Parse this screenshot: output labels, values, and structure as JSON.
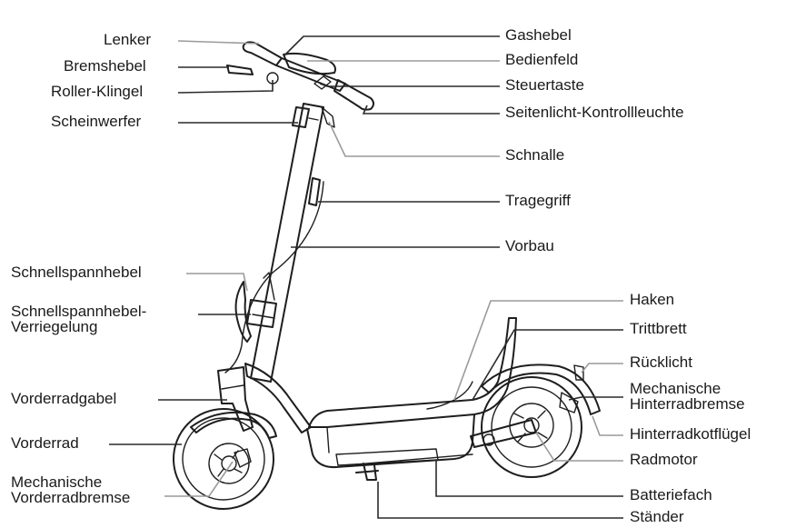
{
  "labels_left": {
    "lenker": "Lenker",
    "bremshebel": "Bremshebel",
    "klingel": "Roller-Klingel",
    "scheinwerfer": "Scheinwerfer",
    "schnellspannhebel": "Schnellspannhebel",
    "verriegelung_1": "Schnellspannhebel-",
    "verriegelung_2": "Verriegelung",
    "vorderradgabel": "Vorderradgabel",
    "vorderrad": "Vorderrad",
    "vorderradbremse_1": "Mechanische",
    "vorderradbremse_2": "Vorderradbremse"
  },
  "labels_right": {
    "gashebel": "Gashebel",
    "bedienfeld": "Bedienfeld",
    "steuertaste": "Steuertaste",
    "seitenlicht": "Seitenlicht-Kontrollleuchte",
    "schnalle": "Schnalle",
    "tragegriff": "Tragegriff",
    "vorbau": "Vorbau",
    "haken": "Haken",
    "trittbrett": "Trittbrett",
    "ruecklicht": "Rücklicht",
    "hinterradbremse_1": "Mechanische",
    "hinterradbremse_2": "Hinterradbremse",
    "kotfluegel": "Hinterradkotflügel",
    "radmotor": "Radmotor",
    "batteriefach": "Batteriefach",
    "staender": "Ständer"
  }
}
